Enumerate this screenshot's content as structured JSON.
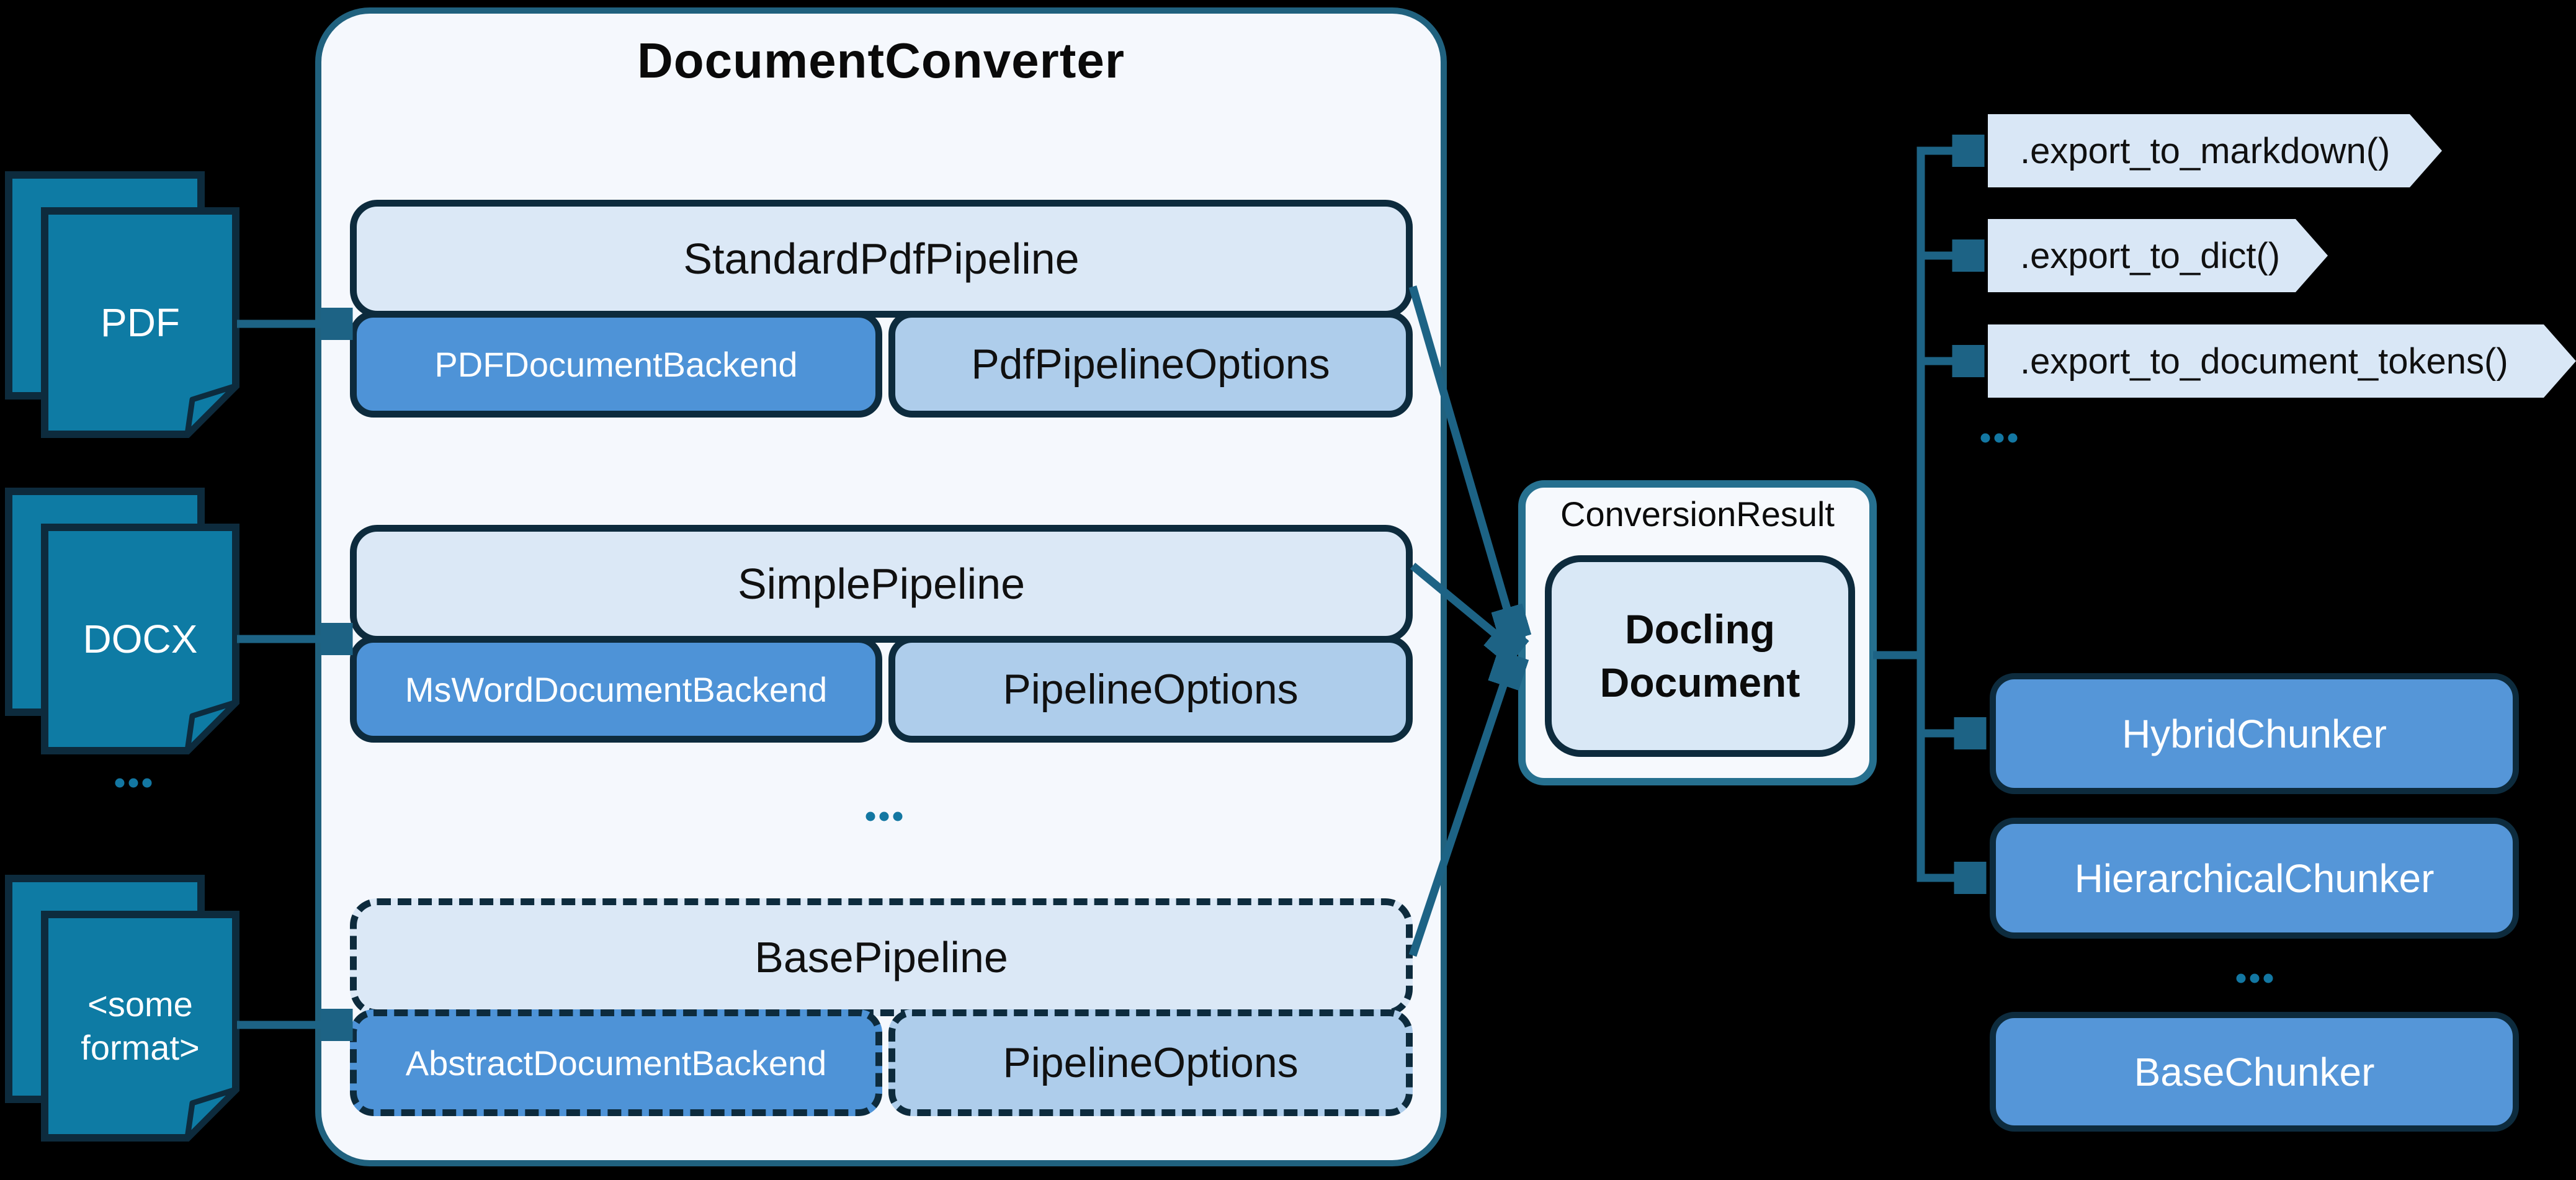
{
  "diagram": {
    "title": "DocumentConverter",
    "inputs": [
      {
        "label": "PDF"
      },
      {
        "label": "DOCX"
      },
      {
        "label": "<some format>"
      }
    ],
    "inputs_ellipsis": "...",
    "pipelines": [
      {
        "pipeline": "StandardPdfPipeline",
        "backend": "PDFDocumentBackend",
        "options": "PdfPipelineOptions",
        "style": "solid"
      },
      {
        "pipeline": "SimplePipeline",
        "backend": "MsWordDocumentBackend",
        "options": "PipelineOptions",
        "style": "solid"
      },
      {
        "pipeline": "BasePipeline",
        "backend": "AbstractDocumentBackend",
        "options": "PipelineOptions",
        "style": "dashed"
      }
    ],
    "pipelines_ellipsis": "...",
    "result": {
      "label": "ConversionResult",
      "document": "Docling Document"
    },
    "export_methods": [
      ".export_to_markdown()",
      ".export_to_dict()",
      ".export_to_document_tokens()"
    ],
    "exports_ellipsis": "...",
    "chunkers": [
      "HybridChunker",
      "HierarchicalChunker"
    ],
    "chunkers_ellipsis": "...",
    "base_chunker": "BaseChunker",
    "colors": {
      "background": "#000000",
      "container_fill": "#f5f8fd",
      "container_border": "#20617e",
      "pipeline_fill": "#dbe8f6",
      "backend_fill": "#4e93d7",
      "options_fill": "#aecdeb",
      "dark_border": "#0d2b3d",
      "doc_icon_fill": "#0e7ba4",
      "arrow": "#1d6385",
      "result_border": "#26708f",
      "result_fill": "#f6f9fd",
      "document_fill": "#d9e8f6",
      "export_tag_fill": "#d9e7f6",
      "chunker_fill": "#5596d8",
      "dots": "#1377a2"
    }
  }
}
